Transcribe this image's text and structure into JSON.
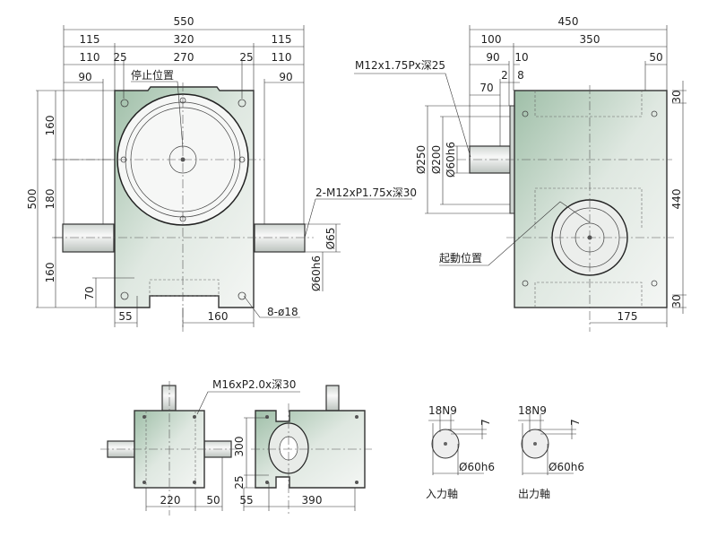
{
  "front_view": {
    "dims": {
      "overall_width": "550",
      "left_ext": "115",
      "center_width": "320",
      "right_ext": "115",
      "left_110": "110",
      "left_25": "25",
      "mid_270": "270",
      "right_25": "25",
      "right_110": "110",
      "left_90": "90",
      "right_90": "90",
      "height_500": "500",
      "upper_160": "160",
      "mid_180": "180",
      "lower_160": "160",
      "foot_70": "70",
      "bottom_55": "55",
      "bottom_160": "160",
      "shaft_dia_65": "Ø65",
      "shaft_dia": "Ø60h6"
    },
    "labels": {
      "stop_position": "停止位置",
      "tap": "2-M12xP1.75x深30",
      "holes": "8-ø18"
    }
  },
  "side_view": {
    "dims": {
      "overall_450": "450",
      "shaft_100": "100",
      "body_350": "350",
      "d_90": "90",
      "d_10": "10",
      "d_50": "50",
      "d_2": "2",
      "d_8": "8",
      "d_70": "70",
      "dia_250": "Ø250",
      "dia_200": "Ø200",
      "dia_60": "Ø60h6",
      "height_440": "440",
      "top_30": "30",
      "bottom_30": "30",
      "offset_175": "175"
    },
    "labels": {
      "tap": "M12x1.75Px深25",
      "start_position": "起動位置"
    }
  },
  "bottom_view_a": {
    "dims": {
      "d_220": "220",
      "d_50": "50"
    },
    "labels": {
      "tap": "M16xP2.0x深30"
    }
  },
  "bottom_view_b": {
    "dims": {
      "d_300": "300",
      "d_25": "25",
      "d_55": "55",
      "d_390": "390"
    }
  },
  "shaft_details": [
    {
      "keyway": "18N9",
      "depth": "7",
      "diameter": "Ø60h6",
      "title": "入力軸"
    },
    {
      "keyway": "18N9",
      "depth": "7",
      "diameter": "Ø60h6",
      "title": "出力軸"
    }
  ]
}
